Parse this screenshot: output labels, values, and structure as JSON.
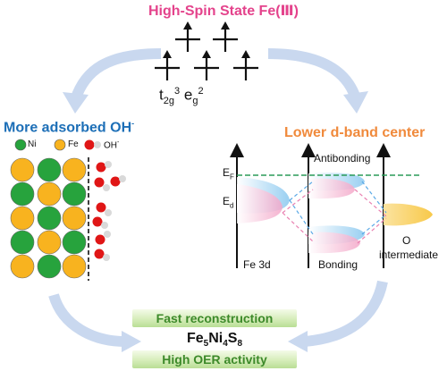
{
  "colors": {
    "pink": "#e4438c",
    "blue": "#1d6fb7",
    "orange": "#f08a3c",
    "green_text": "#3d8a2a",
    "ni": "#27a33d",
    "fe": "#f8b31f",
    "o": "#e01616",
    "h": "#d9d9d9",
    "arrow": "#c9d8ef"
  },
  "header": {
    "title": "High-Spin State Fe(Ⅲ)",
    "spin_config": {
      "t": "t",
      "t_sub": "2g",
      "t_sup": "3",
      "e": "e",
      "e_sub": "g",
      "e_sup": "2"
    }
  },
  "left_panel": {
    "title": "More adsorbed OH",
    "title_sup": "-",
    "legend": {
      "ni": "Ni",
      "fe": "Fe",
      "oh": "OH",
      "oh_sup": "-"
    }
  },
  "right_panel": {
    "title": "Lower d-band center",
    "ef": "E",
    "ef_sub": "F",
    "ed": "E",
    "ed_sub": "d",
    "antibonding": "Antibonding",
    "bonding": "Bonding",
    "fe3d": "Fe 3d",
    "o_label": "O",
    "intermediate": "intermediate"
  },
  "bottom": {
    "banner_top": "Fast reconstruction",
    "formula": {
      "fe": "Fe",
      "fe_n": "5",
      "ni": "Ni",
      "ni_n": "4",
      "s": "S",
      "s_n": "8"
    },
    "banner_bottom": "High OER activity"
  }
}
